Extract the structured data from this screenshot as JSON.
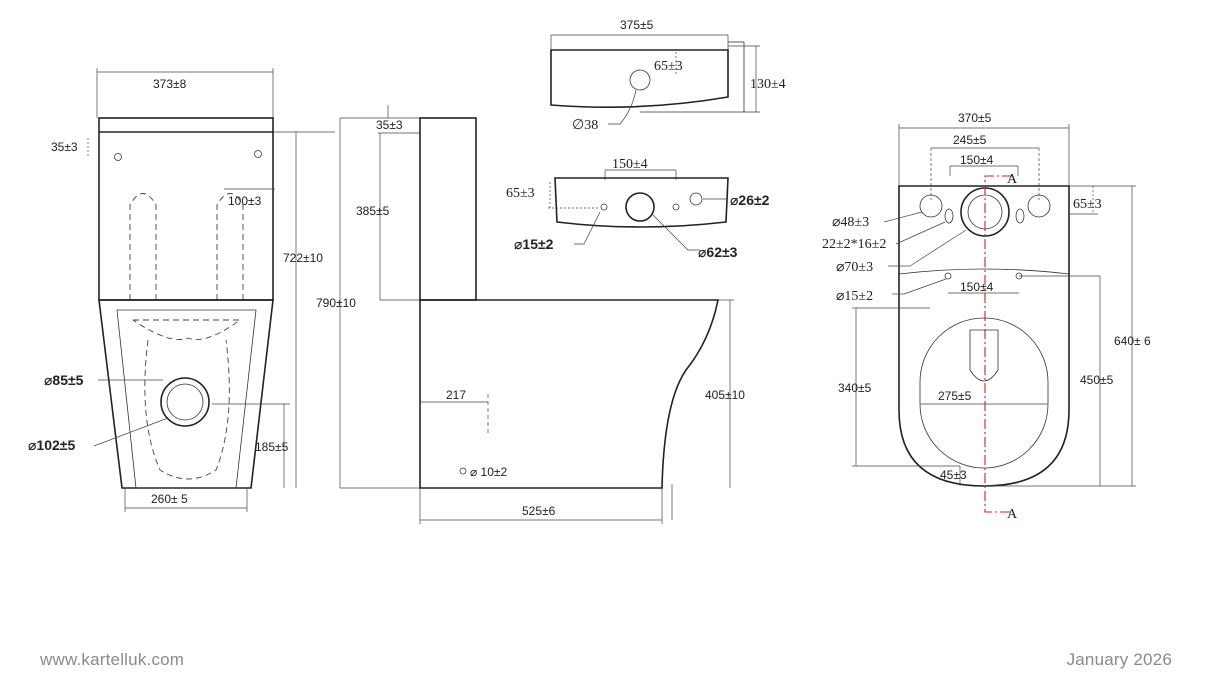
{
  "front_view": {
    "width_top": "373±8",
    "cistern_hole_offset": "35±3",
    "inner_offset": "100±3",
    "height_total": "722±10",
    "outlet_diameter": "⌀85±5",
    "trap_diameter": "⌀102±5",
    "outlet_height": "185±5",
    "base_width": "260± 5"
  },
  "side_view": {
    "cistern_top": "35±3",
    "cistern_height": "385±5",
    "total_height": "790±10",
    "bowl_height": "405±10",
    "setback": "217",
    "fixing_hole": "⌀ 10±2",
    "depth": "525±6"
  },
  "cistern_top_view": {
    "width": "375±5",
    "hole_offset": "65±3",
    "height": "130±4",
    "hole_diameter": "∅38"
  },
  "cistern_base_view": {
    "hole_spacing": "150±4",
    "hole_offset": "65±3",
    "side_hole": "⌀26±2",
    "bolt_holes": "⌀15±2",
    "center_hole": "⌀62±3"
  },
  "bowl_plan": {
    "outer_width": "370±5",
    "mount_spacing": "245±5",
    "hole_spacing_top": "150±4",
    "section_mark_top": "A",
    "section_mark_bottom": "A",
    "mount_hole": "⌀48±3",
    "slot_size": "22±2*16±2",
    "flush_inlet": "⌀70±3",
    "fixing_holes": "⌀15±2",
    "hole_spacing_lower": "150±4",
    "cistern_hole_offset": "65±3",
    "total_length": "640± 6",
    "seat_length": "340±5",
    "rim_width": "275±5",
    "bowl_length": "450±5",
    "front_offset": "45±3"
  },
  "footer": {
    "website": "www.kartelluk.com",
    "date": "January 2026"
  }
}
